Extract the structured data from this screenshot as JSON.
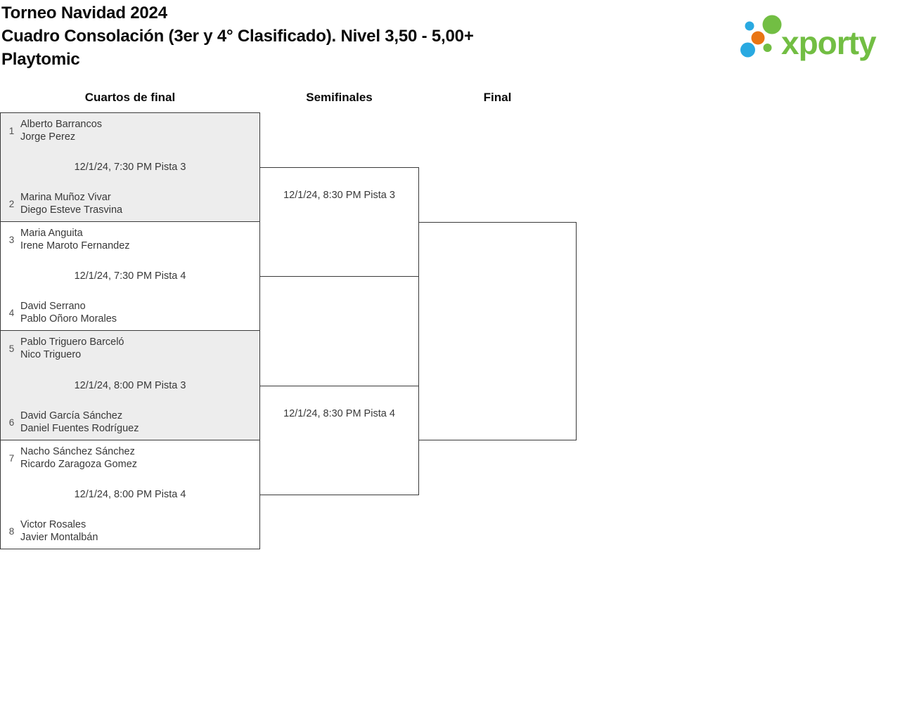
{
  "header": {
    "title_lines": [
      "Torneo Navidad 2024",
      "Cuadro Consolación (3er y 4° Clasificado). Nivel 3,50 - 5,00+",
      "Playtomic"
    ]
  },
  "logo": {
    "text": "xporty",
    "colors": {
      "green": "#72be43",
      "blue": "#29a9e1",
      "orange": "#e97514"
    }
  },
  "bracket": {
    "rounds": [
      {
        "label": "Cuartos de final"
      },
      {
        "label": "Semifinales"
      },
      {
        "label": "Final"
      }
    ],
    "quarterfinals": [
      {
        "top": {
          "seed": "1",
          "players": [
            "Alberto Barrancos",
            "Jorge Perez"
          ]
        },
        "schedule": "12/1/24, 7:30 PM Pista 3",
        "bottom": {
          "seed": "2",
          "players": [
            "Marina Muñoz Vivar",
            "Diego Esteve Trasvina"
          ]
        }
      },
      {
        "top": {
          "seed": "3",
          "players": [
            "Maria Anguita",
            "Irene Maroto Fernandez"
          ]
        },
        "schedule": "12/1/24, 7:30 PM Pista 4",
        "bottom": {
          "seed": "4",
          "players": [
            "David Serrano",
            "Pablo Oñoro Morales"
          ]
        }
      },
      {
        "top": {
          "seed": "5",
          "players": [
            "Pablo Triguero Barceló",
            "Nico Triguero"
          ]
        },
        "schedule": "12/1/24, 8:00 PM Pista 3",
        "bottom": {
          "seed": "6",
          "players": [
            "David García Sánchez",
            "Daniel Fuentes Rodríguez"
          ]
        }
      },
      {
        "top": {
          "seed": "7",
          "players": [
            "Nacho Sánchez Sánchez",
            "Ricardo Zaragoza Gomez"
          ]
        },
        "schedule": "12/1/24, 8:00 PM Pista 4",
        "bottom": {
          "seed": "8",
          "players": [
            "Victor Rosales",
            "Javier Montalbán"
          ]
        }
      }
    ],
    "semifinals": [
      {
        "schedule": "12/1/24, 8:30 PM Pista 3"
      },
      {
        "schedule": "12/1/24, 8:30 PM Pista 4"
      }
    ]
  }
}
